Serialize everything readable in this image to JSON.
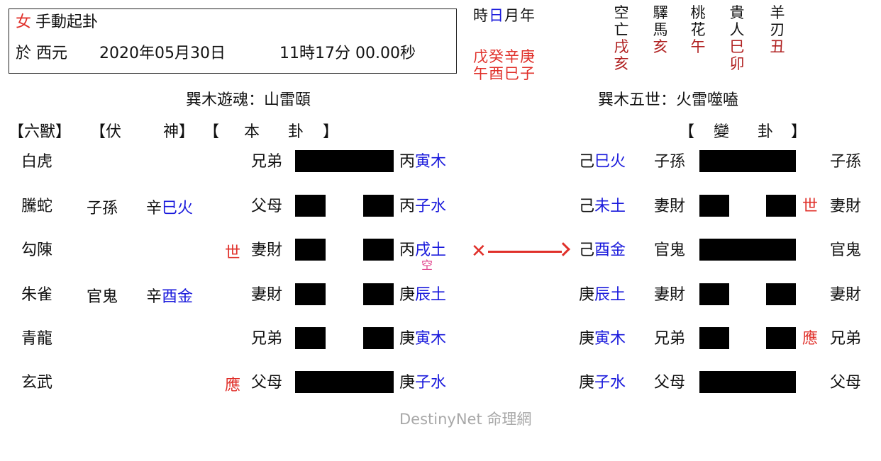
{
  "header": {
    "gender": "女",
    "method": "手動起卦",
    "date_prefix": "於 西元",
    "date": "2020年05月30日",
    "time": "11時17分 00.00秒"
  },
  "pillars": {
    "labels": [
      "時",
      "日",
      "月",
      "年"
    ],
    "highlight_index": 1,
    "stems": "戊癸辛庚",
    "branches": "午酉巳子"
  },
  "shensha": [
    {
      "name_top": "空",
      "name_bottom": "亡",
      "values": [
        "戌",
        "亥"
      ]
    },
    {
      "name_top": "驛",
      "name_bottom": "馬",
      "values": [
        "亥"
      ]
    },
    {
      "name_top": "桃",
      "name_bottom": "花",
      "values": [
        "午"
      ]
    },
    {
      "name_top": "貴",
      "name_bottom": "人",
      "values": [
        "巳",
        "卯"
      ]
    },
    {
      "name_top": "羊",
      "name_bottom": "刃",
      "values": [
        "丑"
      ]
    }
  ],
  "titles": {
    "main_hexagram": "巽木遊魂：山雷頤",
    "changed_hexagram": "巽木五世：火雷噬嗑"
  },
  "column_headers": {
    "six_beasts": "【六獸】",
    "hidden_spirit_open": "【伏",
    "hidden_spirit_close": "神】",
    "main_open": "【",
    "main_1": "本",
    "main_2": "卦",
    "main_close": "】",
    "changed_open": "【",
    "changed_1": "變",
    "changed_2": "卦",
    "changed_close": "】"
  },
  "rows": [
    {
      "beast": "白虎",
      "hidden_relation": "",
      "hidden_stem": "",
      "hidden_branch": "",
      "marker": "",
      "relation": "兄弟",
      "line": "yang",
      "stem": "丙",
      "branch": "寅木",
      "void": "",
      "c_stem": "己",
      "c_branch": "巳火",
      "c_relation": "子孫",
      "c_line": "yang",
      "c_marker": "",
      "c_relation_right": "子孫"
    },
    {
      "beast": "騰蛇",
      "hidden_relation": "子孫",
      "hidden_stem": "辛",
      "hidden_branch": "巳火",
      "marker": "",
      "relation": "父母",
      "line": "yin",
      "stem": "丙",
      "branch": "子水",
      "void": "",
      "c_stem": "己",
      "c_branch": "未土",
      "c_relation": "妻財",
      "c_line": "yin",
      "c_marker": "世",
      "c_relation_right": "妻財"
    },
    {
      "beast": "勾陳",
      "hidden_relation": "",
      "hidden_stem": "",
      "hidden_branch": "",
      "marker": "世",
      "relation": "妻財",
      "line": "yin",
      "stem": "丙",
      "branch": "戌土",
      "void": "空",
      "moving": "✕",
      "c_stem": "己",
      "c_branch": "酉金",
      "c_relation": "官鬼",
      "c_line": "yang",
      "c_marker": "",
      "c_relation_right": "官鬼"
    },
    {
      "beast": "朱雀",
      "hidden_relation": "官鬼",
      "hidden_stem": "辛",
      "hidden_branch": "酉金",
      "marker": "",
      "relation": "妻財",
      "line": "yin",
      "stem": "庚",
      "branch": "辰土",
      "void": "",
      "c_stem": "庚",
      "c_branch": "辰土",
      "c_relation": "妻財",
      "c_line": "yin",
      "c_marker": "",
      "c_relation_right": "妻財"
    },
    {
      "beast": "青龍",
      "hidden_relation": "",
      "hidden_stem": "",
      "hidden_branch": "",
      "marker": "",
      "relation": "兄弟",
      "line": "yin",
      "stem": "庚",
      "branch": "寅木",
      "void": "",
      "c_stem": "庚",
      "c_branch": "寅木",
      "c_relation": "兄弟",
      "c_line": "yin",
      "c_marker": "應",
      "c_relation_right": "兄弟"
    },
    {
      "beast": "玄武",
      "hidden_relation": "",
      "hidden_stem": "",
      "hidden_branch": "",
      "marker": "應",
      "relation": "父母",
      "line": "yang",
      "stem": "庚",
      "branch": "子水",
      "void": "",
      "c_stem": "庚",
      "c_branch": "子水",
      "c_relation": "父母",
      "c_line": "yang",
      "c_marker": "",
      "c_relation_right": "父母"
    }
  ],
  "footer": {
    "brand": "DestinyNet 命理網"
  },
  "colors": {
    "red": "#e0302a",
    "dark_red": "#b02020",
    "blue": "#1a1adc",
    "pink": "#e0408a",
    "grey": "#a8a8a8"
  }
}
